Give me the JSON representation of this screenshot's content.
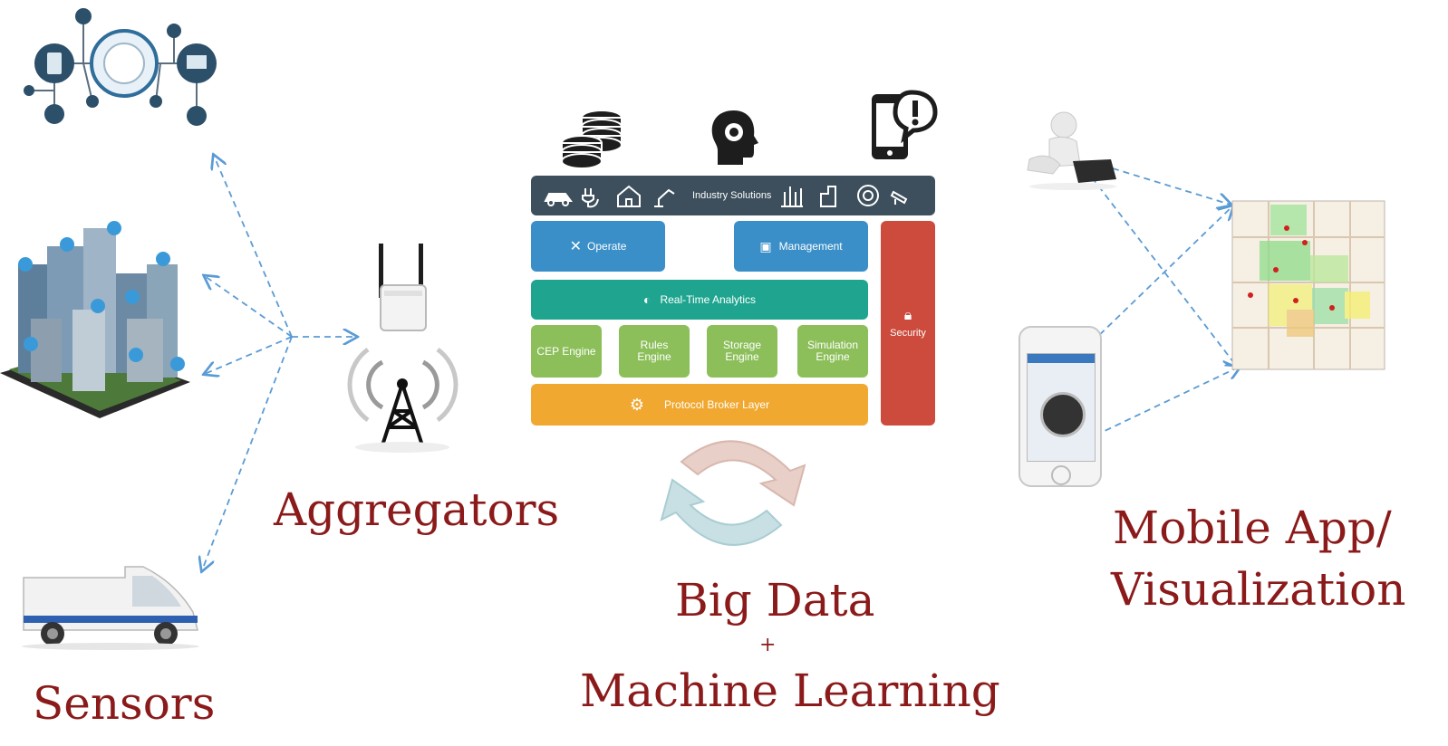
{
  "captions": {
    "sensors": "Sensors",
    "aggregators": "Aggregators",
    "bigdata": "Big Data",
    "plus": "+",
    "ml": "Machine Learning",
    "mobile_line1": "Mobile App/",
    "mobile_line2": "Visualization"
  },
  "stack": {
    "industry": "Industry Solutions",
    "operate": "Operate",
    "management": "Management",
    "analytics": "Real-Time Analytics",
    "security": "Security",
    "engines": [
      {
        "line1": "CEP Engine",
        "line2": ""
      },
      {
        "line1": "Rules",
        "line2": "Engine"
      },
      {
        "line1": "Storage",
        "line2": "Engine"
      },
      {
        "line1": "Simulation",
        "line2": "Engine"
      }
    ],
    "broker": "Protocol Broker Layer"
  },
  "colors": {
    "caption": "#8b1a1a",
    "header_bar": "#3d4f5c",
    "operate": "#3a8fc8",
    "analytics": "#1fa58f",
    "engine": "#8cbf5a",
    "broker": "#f0a830",
    "security": "#cc4b3c",
    "arrow": "#5b9bd5"
  }
}
